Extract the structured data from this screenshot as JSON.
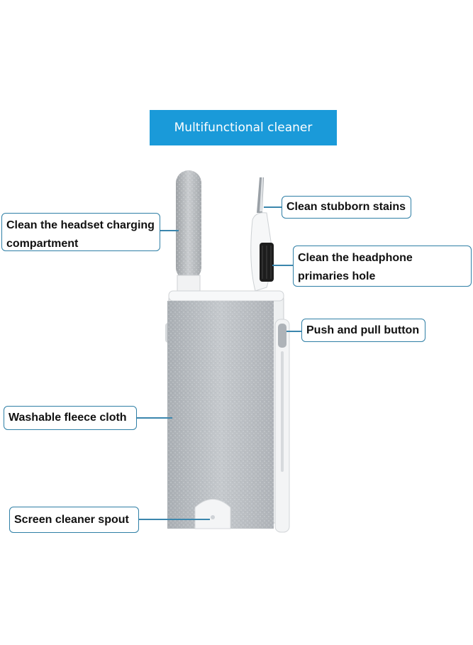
{
  "title": "Multifunctional cleaner",
  "callouts": {
    "headset_compartment": "Clean the headset charging compartment",
    "stubborn_stains": "Clean stubborn stains",
    "headphone_hole": "Clean the headphone primaries hole",
    "push_pull": "Push and pull button",
    "fleece_cloth": "Washable fleece cloth",
    "screen_spout": "Screen cleaner spout"
  },
  "colors": {
    "banner": "#1a9ad9",
    "callout_border": "#2f7fa6",
    "fleece": "#b9bdc2",
    "body_white": "#f4f5f6"
  }
}
